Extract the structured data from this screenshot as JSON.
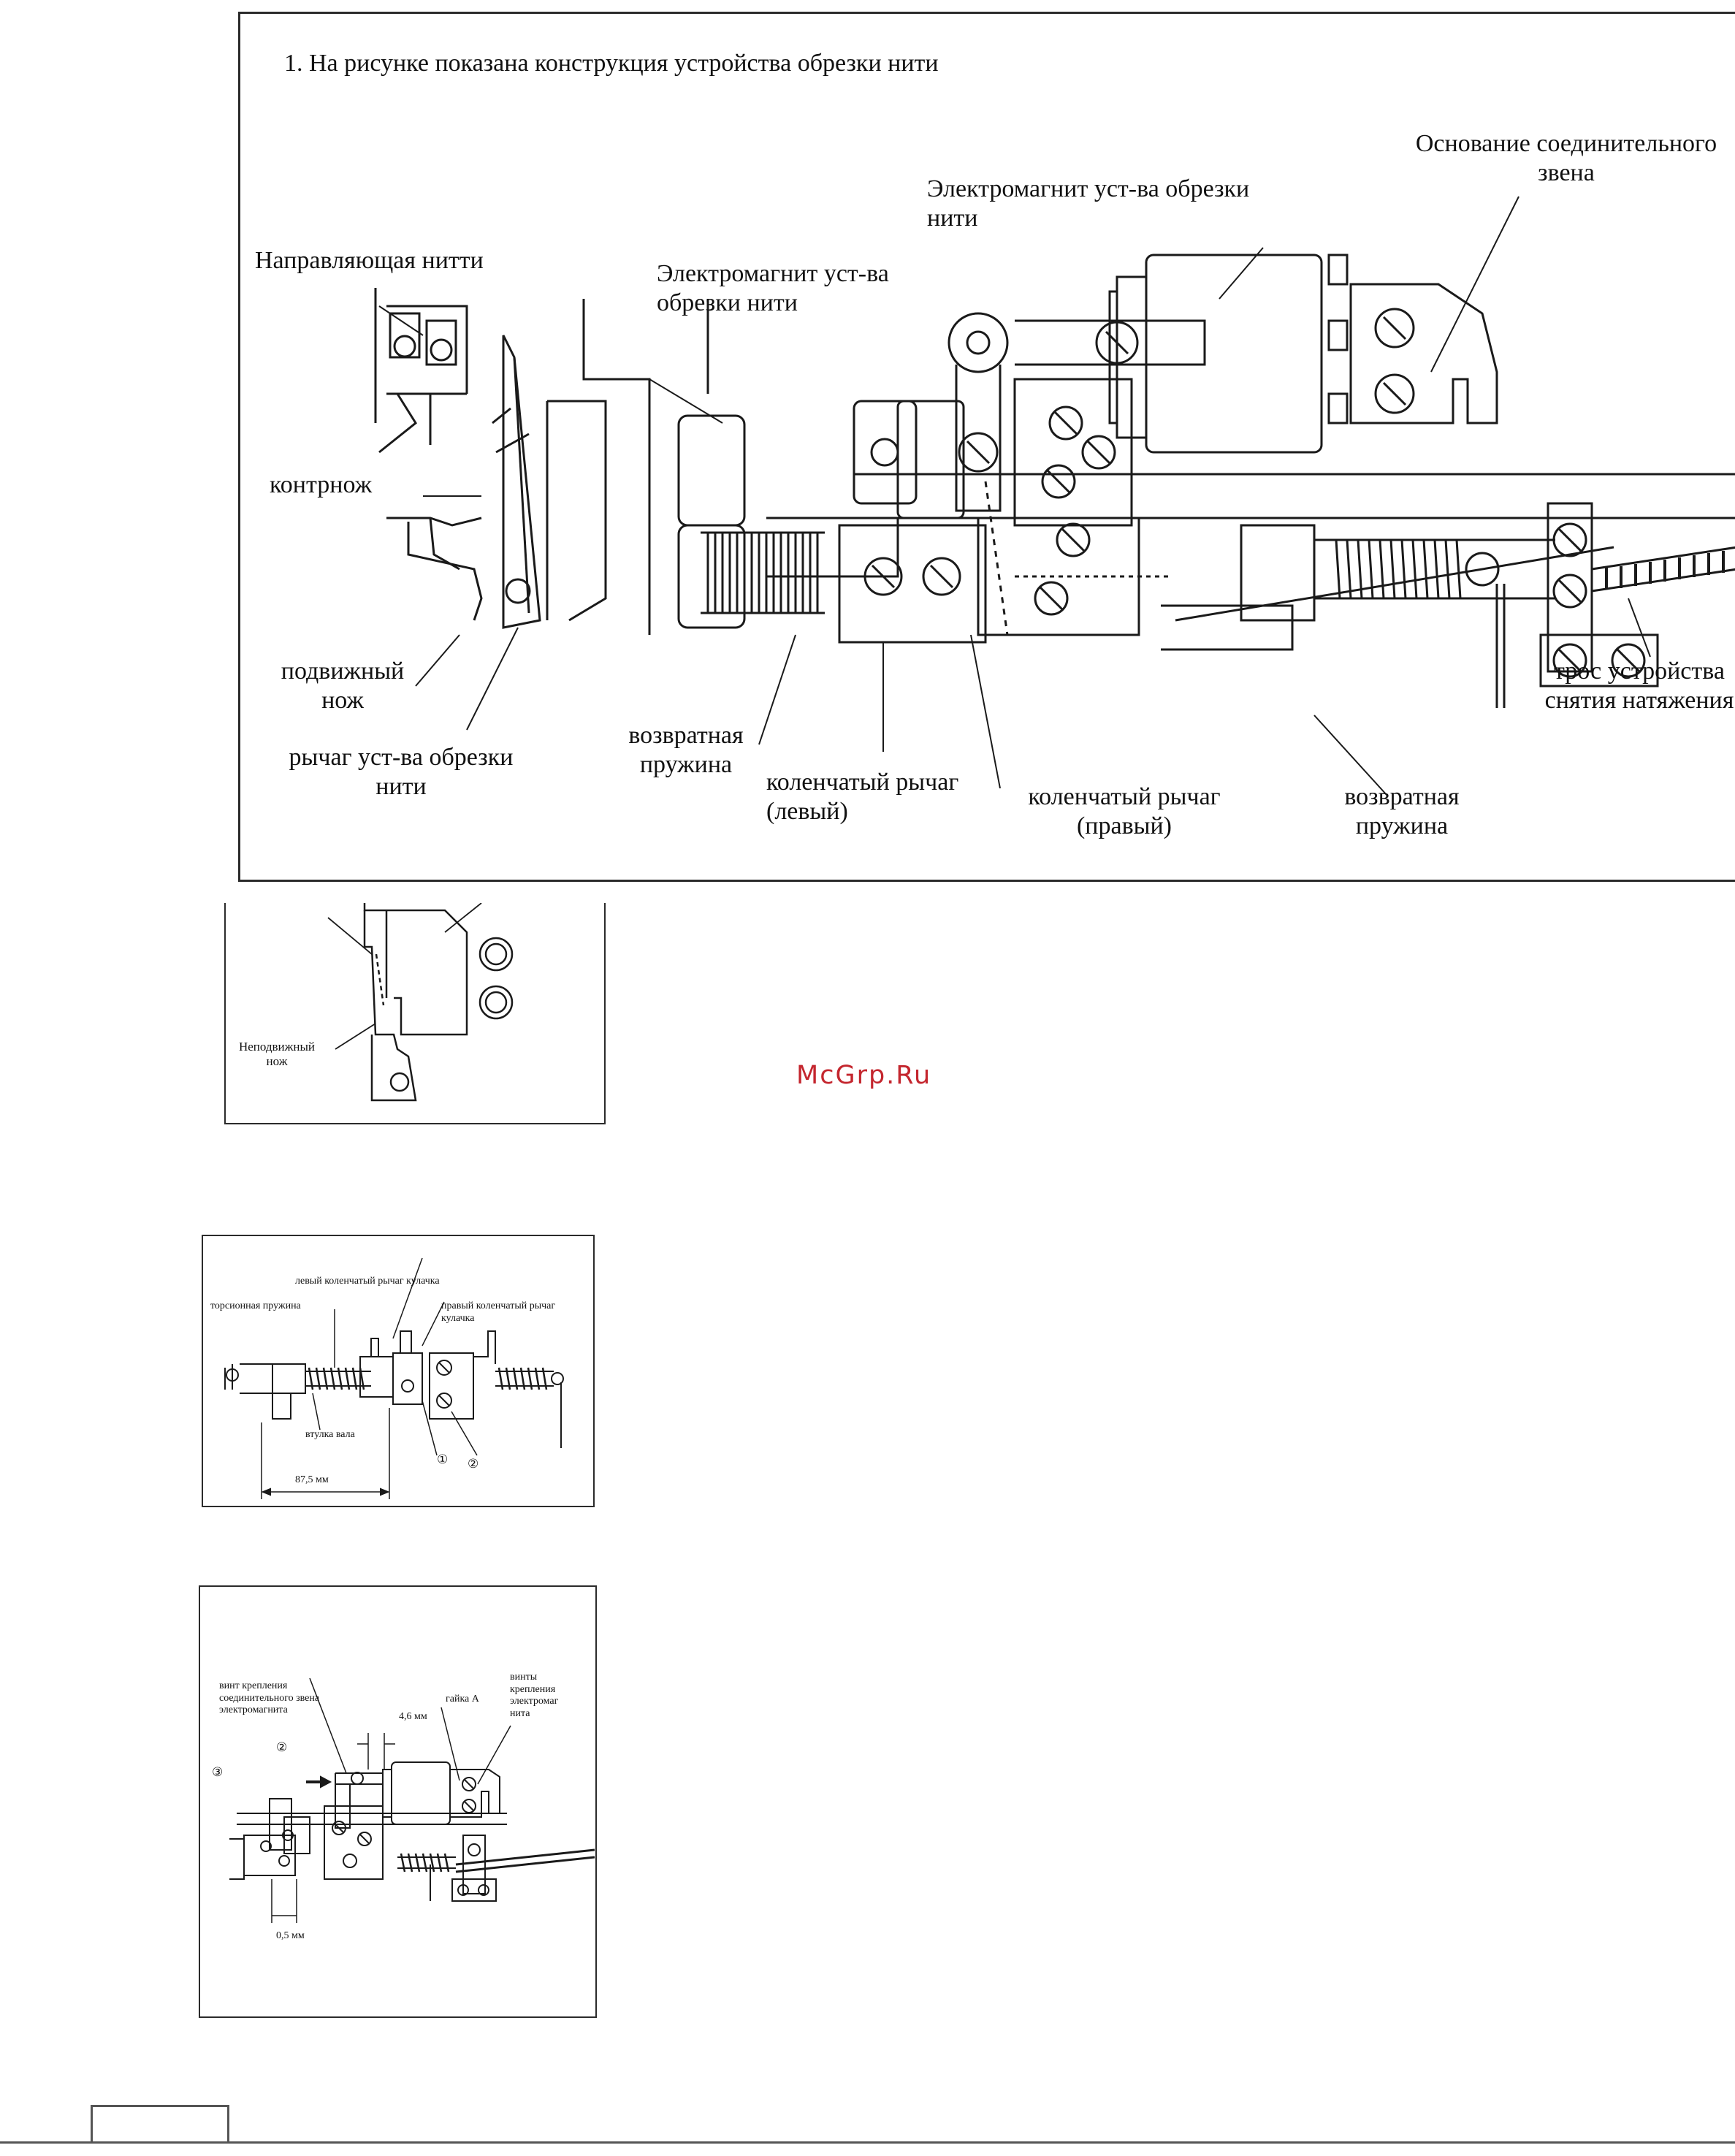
{
  "fig1": {
    "heading": "1. На рисунке показана конструкция устройства обрезки нити",
    "labels": {
      "base_link": "Основание соединительного звена",
      "magnet_top": "Электромагнит уст-ва обрезки нити",
      "thread_guide": "Направляющая нитти",
      "magnet_mid": "Электромагнит уст-ва обрезки нити",
      "counter_knife": "контрнож",
      "moving_knife": "подвижный нож",
      "trim_lever": "рычаг уст-ва обрезки нити",
      "return_spring_left": "возвратная пружина",
      "crank_left": "коленчатый рычаг (левый)",
      "crank_right": "коленчатый рычаг (правый)",
      "return_spring_right": "возвратная пружина",
      "tension_cable": "трос устройства снятия натяжения"
    }
  },
  "fig2": {
    "fixed_knife": "Неподвижный нож"
  },
  "watermark": "McGrp.Ru",
  "fig3": {
    "left_cam_crank": "левый коленчатый рычаг кулачка",
    "torsion_spring": "торсионная пружина",
    "right_cam_crank": "правый коленчатый рычаг кулачка",
    "shaft_bushing": "втулка вала",
    "dimension": "87,5 мм",
    "marker1": "①",
    "marker2": "②"
  },
  "fig4": {
    "link_screw": "винт крепления соединительного звена электромагнита",
    "dim_top": "4,6 мм",
    "nut_a": "гайка А",
    "magnet_screws": "винты крепления электромаг нита",
    "marker2": "②",
    "marker3": "③",
    "dim_bottom": "0,5 мм"
  }
}
